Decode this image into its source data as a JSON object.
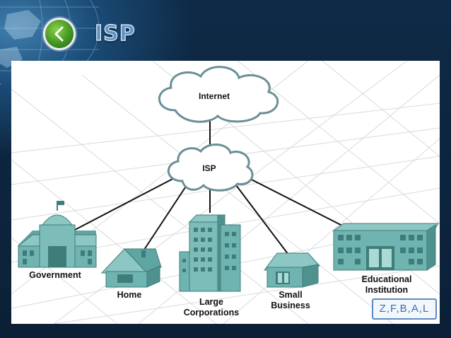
{
  "header": {
    "title": "ISP",
    "back_icon": "chevron-left-icon"
  },
  "diagram": {
    "clouds": {
      "internet": "Internet",
      "isp": "ISP"
    },
    "nodes": {
      "government": "Government",
      "home": "Home",
      "large_corporations_line1": "Large",
      "large_corporations_line2": "Corporations",
      "small_business_line1": "Small",
      "small_business_line2": "Business",
      "educational_line1": "Educational",
      "educational_line2": "Institution"
    }
  },
  "badge": {
    "text": "Z,F,B,A,L"
  },
  "colors": {
    "building": "#6fb4b0",
    "building_dark": "#3f7d7a",
    "cloud_stroke": "#6a8f98",
    "accent": "#5b8bc4"
  }
}
